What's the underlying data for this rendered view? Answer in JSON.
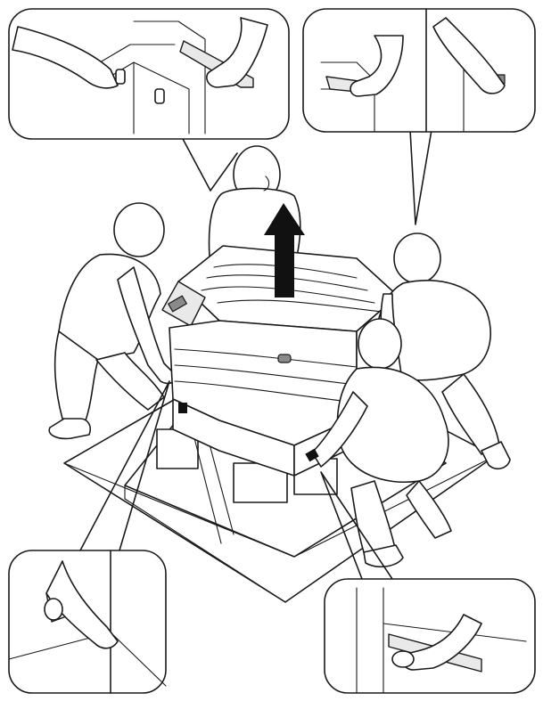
{
  "figure": {
    "kind": "line-art instruction illustration",
    "arrow": "up-arrow-icon",
    "callouts": [
      "top-left",
      "top-right",
      "bottom-left",
      "bottom-right"
    ],
    "people": 4,
    "colors": {
      "line": "#1a1a1a",
      "fill": "#ffffff",
      "shade": "#e9e9e9",
      "dark": "#111111"
    }
  }
}
